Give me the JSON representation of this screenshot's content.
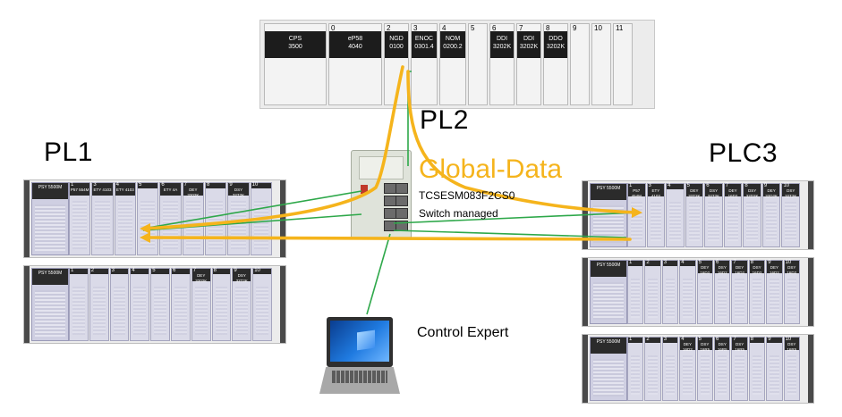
{
  "labels": {
    "pl1": "PL1",
    "pl2": "PL2",
    "plc3": "PLC3",
    "global_data": "Global-Data",
    "switch_model": "TCSESM083F2CS0",
    "switch_desc": "Switch managed",
    "control_expert": "Control Expert"
  },
  "top_rack": {
    "modules": [
      {
        "slot": "",
        "line1": "CPS",
        "line2": "3500"
      },
      {
        "slot": "0",
        "line1": "eP58",
        "line2": "4040"
      },
      {
        "slot": "2",
        "line1": "NGD",
        "line2": "0100"
      },
      {
        "slot": "3",
        "line1": "ENOC",
        "line2": "0301.4"
      },
      {
        "slot": "4",
        "line1": "NOM",
        "line2": "0200.2"
      },
      {
        "slot": "5",
        "line1": "",
        "line2": ""
      },
      {
        "slot": "6",
        "line1": "DDI",
        "line2": "3202K"
      },
      {
        "slot": "7",
        "line1": "DDI",
        "line2": "3202K"
      },
      {
        "slot": "8",
        "line1": "DDO",
        "line2": "3202K"
      },
      {
        "slot": "9",
        "line1": "",
        "line2": ""
      },
      {
        "slot": "10",
        "line1": "",
        "line2": ""
      },
      {
        "slot": "11",
        "line1": "",
        "line2": ""
      }
    ]
  },
  "pl1_racks": [
    {
      "psy": "PSY 5500M",
      "modules": [
        {
          "slot": "1",
          "name": "P57 554M"
        },
        {
          "slot": "3",
          "name": "ETY 4103"
        },
        {
          "slot": "4",
          "name": "ETY 4103"
        },
        {
          "slot": "5",
          "name": ""
        },
        {
          "slot": "6",
          "name": "ETY 4A"
        },
        {
          "slot": "7",
          "name": "DEY 3202K"
        },
        {
          "slot": "8",
          "name": ""
        },
        {
          "slot": "9",
          "name": "DSY 32T2K"
        },
        {
          "slot": "10",
          "name": ""
        }
      ]
    },
    {
      "psy": "PSY 5500M",
      "modules": [
        {
          "slot": "1",
          "name": ""
        },
        {
          "slot": "2",
          "name": ""
        },
        {
          "slot": "3",
          "name": ""
        },
        {
          "slot": "4",
          "name": ""
        },
        {
          "slot": "5",
          "name": ""
        },
        {
          "slot": "6",
          "name": ""
        },
        {
          "slot": "7",
          "name": "DEY 3202K"
        },
        {
          "slot": "8",
          "name": ""
        },
        {
          "slot": "9",
          "name": "DSY 32T2K"
        },
        {
          "slot": "10",
          "name": ""
        }
      ]
    }
  ],
  "plc3_racks": [
    {
      "psy": "PSY 5500M",
      "modules": [
        {
          "slot": "1",
          "name": "P57 454M"
        },
        {
          "slot": "3",
          "name": "ETY 4103"
        },
        {
          "slot": "4",
          "name": ""
        },
        {
          "slot": "5",
          "name": "DEY 32T2K"
        },
        {
          "slot": "6",
          "name": "DSY 32T2K"
        },
        {
          "slot": "7",
          "name": "DEY 16D2"
        },
        {
          "slot": "8",
          "name": "DSY 32D2K"
        },
        {
          "slot": "9",
          "name": "DEY 32D2K"
        },
        {
          "slot": "10",
          "name": "DSY 32T2K"
        }
      ]
    },
    {
      "psy": "PSY 5500M",
      "modules": [
        {
          "slot": "1",
          "name": ""
        },
        {
          "slot": "2",
          "name": ""
        },
        {
          "slot": "3",
          "name": ""
        },
        {
          "slot": "4",
          "name": ""
        },
        {
          "slot": "5",
          "name": "DEY 16D2"
        },
        {
          "slot": "6",
          "name": "DSY 16D2"
        },
        {
          "slot": "7",
          "name": "DEY 16D2"
        },
        {
          "slot": "8",
          "name": "DSY 16D2"
        },
        {
          "slot": "9",
          "name": "DEY 16D2"
        },
        {
          "slot": "10",
          "name": "DSY 16D2"
        }
      ]
    },
    {
      "psy": "PSY 5500M",
      "modules": [
        {
          "slot": "1",
          "name": ""
        },
        {
          "slot": "2",
          "name": ""
        },
        {
          "slot": "3",
          "name": ""
        },
        {
          "slot": "4",
          "name": "DEY 16D2"
        },
        {
          "slot": "5",
          "name": "DSY 16R5"
        },
        {
          "slot": "6",
          "name": "DSY 16R5"
        },
        {
          "slot": "7",
          "name": "DSY 16R5"
        },
        {
          "slot": "8",
          "name": ""
        },
        {
          "slot": "9",
          "name": ""
        },
        {
          "slot": "10",
          "name": "DSY 16R5"
        }
      ]
    }
  ],
  "colors": {
    "global_data": "#f5b41c",
    "ethernet_link": "#2ea84a",
    "rack_bg": "#ececec",
    "module_head": "#1c1c1c"
  }
}
